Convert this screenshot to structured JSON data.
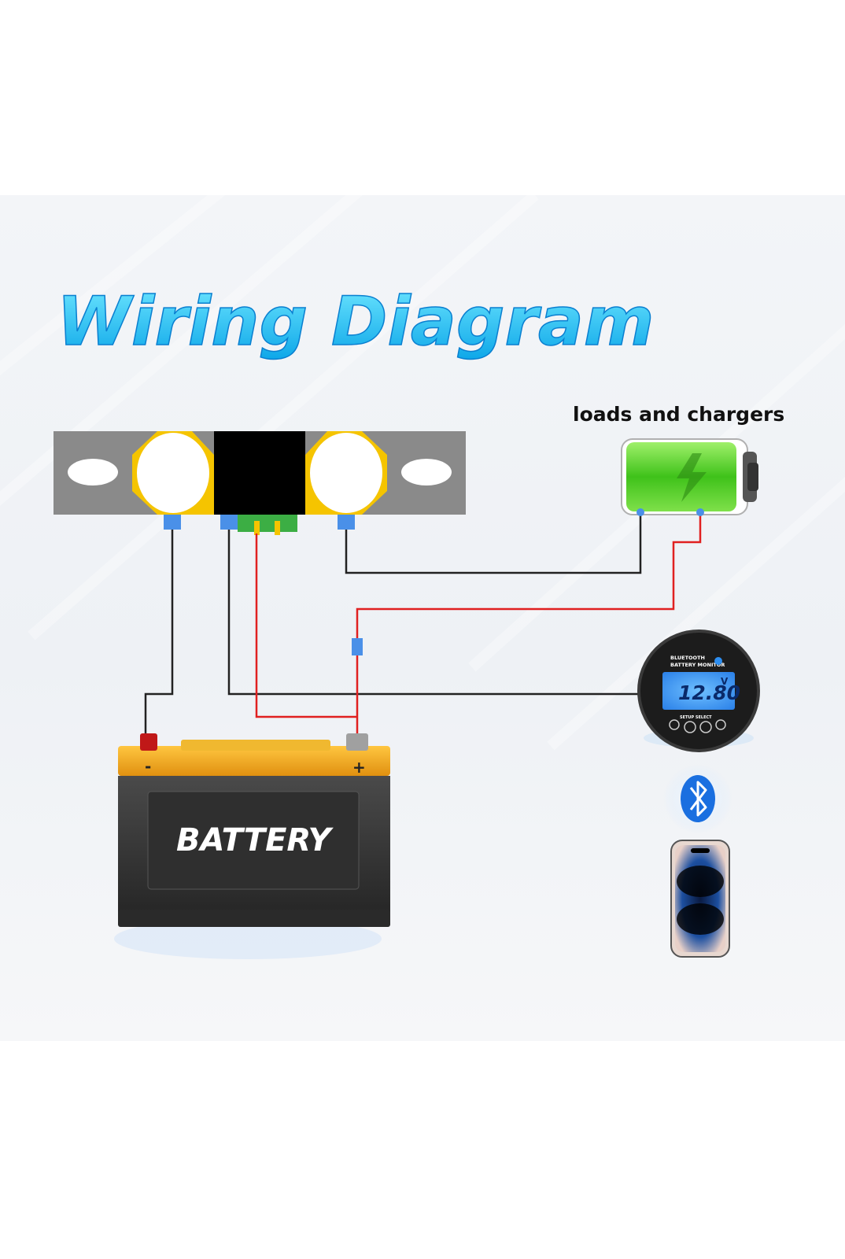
{
  "title": "Wiring Diagram",
  "loads_label": "loads and chargers",
  "battery": {
    "label": "BATTERY",
    "neg_symbol": "-",
    "pos_symbol": "+"
  },
  "monitor": {
    "header_line1": "BLUETOOTH",
    "header_line2": "BATTERY MONITOR",
    "reading": "12.80",
    "unit": "V",
    "button_label": "SETUP SELECT",
    "minus_symbol": "-",
    "plus_symbol": "+"
  },
  "colors": {
    "title": "#1ec8f0",
    "title_shadow": "#0a7fd0",
    "wire_black": "#222222",
    "wire_red": "#e02020",
    "connector_blue": "#4a90e8",
    "shunt_yellow": "#f5c400",
    "shunt_gray": "#8a8a8a",
    "battery_body": "#3a3a3a",
    "battery_top": "#f0a820",
    "lcd_blue": "#2d8ef0",
    "charge_green": "#4fd12a",
    "bluetooth_blue": "#1a6fe0"
  },
  "icons": [
    "bluetooth-icon",
    "battery-charge-icon",
    "lightning-icon",
    "smartphone-icon"
  ]
}
